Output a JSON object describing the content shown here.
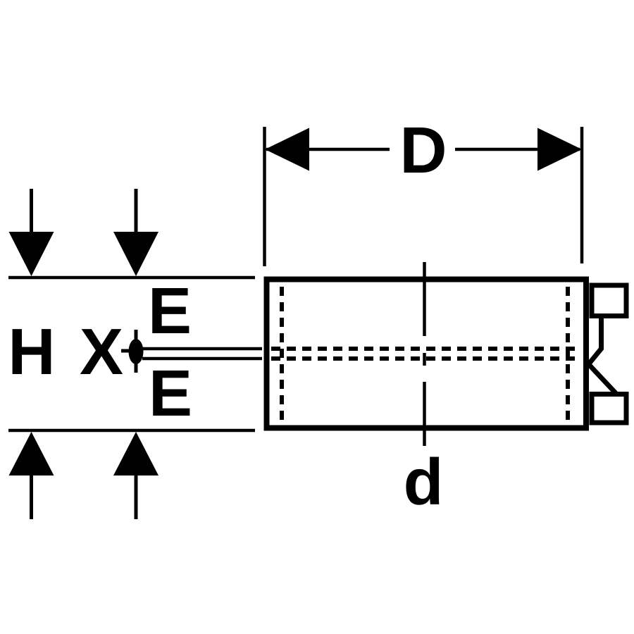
{
  "diagram": {
    "kind": "pipe-coupling dimensional drawing",
    "background_color": "#ffffff",
    "line_color": "#000000",
    "labels": {
      "D": "D",
      "H": "H",
      "X": "X",
      "E_top": "E",
      "E_bottom": "E",
      "d": "d"
    }
  }
}
